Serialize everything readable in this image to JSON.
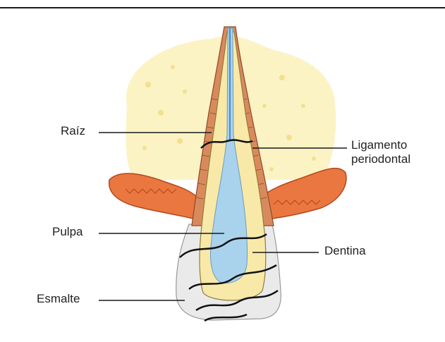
{
  "labels": {
    "raiz": "Raíz",
    "ligamento_line1": "Ligamento",
    "ligamento_line2": "periodontal",
    "pulpa": "Pulpa",
    "dentina": "Dentina",
    "esmalte": "Esmalte"
  },
  "colors": {
    "bone": "#fbf3c4",
    "bone_dots": "#f5e69a",
    "gum": "#e9773f",
    "gum_dark": "#b4481c",
    "ligament": "#d98a5c",
    "root_fill": "#f8e9a8",
    "pulp": "#a9d2ec",
    "enamel": "#e6e6e6"
  }
}
